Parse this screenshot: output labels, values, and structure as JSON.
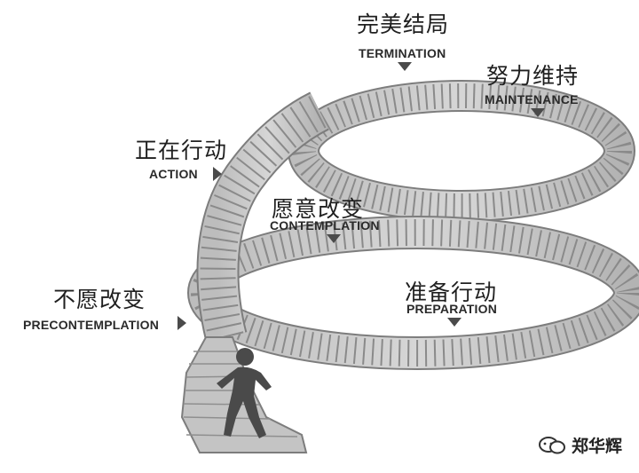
{
  "stages": [
    {
      "id": "termination",
      "zh": "完美结局",
      "en": "TERMINATION"
    },
    {
      "id": "maintenance",
      "zh": "努力维持",
      "en": "MAINTENANCE"
    },
    {
      "id": "action",
      "zh": "正在行动",
      "en": "ACTION"
    },
    {
      "id": "contemplation",
      "zh": "愿意改变",
      "en": "CONTEMPLATION"
    },
    {
      "id": "precontemplation",
      "zh": "不愿改变",
      "en": "PRECONTEMPLATION"
    },
    {
      "id": "preparation",
      "zh": "准备行动",
      "en": "PREPARATION"
    }
  ],
  "watermark": {
    "text": "郑华辉",
    "icon": "wechat-icon"
  },
  "colors": {
    "stair_fill": "#c9c9c9",
    "stair_edge": "#8a8a8a",
    "stair_dark": "#6f6f6f",
    "figure": "#4a4a4a"
  }
}
